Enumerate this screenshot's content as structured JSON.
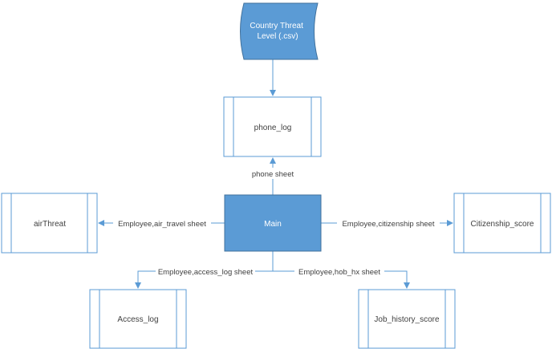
{
  "colors": {
    "accent": "#5b9bd5",
    "border": "#41719c",
    "line": "#5b9bd5",
    "text_dark": "#404040",
    "text_light": "#ffffff"
  },
  "nodes": {
    "country_threat": {
      "line1": "Country Threat",
      "line2": "Level (.csv)"
    },
    "phone_log": "phone_log",
    "main": "Main",
    "air_threat": "airThreat",
    "citizenship_score": "Citizenship_score",
    "access_log": "Access_log",
    "job_history_score": "Job_history_score"
  },
  "edges": {
    "phone": "phone sheet",
    "air": "Employee,air_travel sheet",
    "citizenship": "Employee,citizenship sheet",
    "access": "Employee,access_log sheet",
    "job": "Employee,hob_hx sheet"
  }
}
